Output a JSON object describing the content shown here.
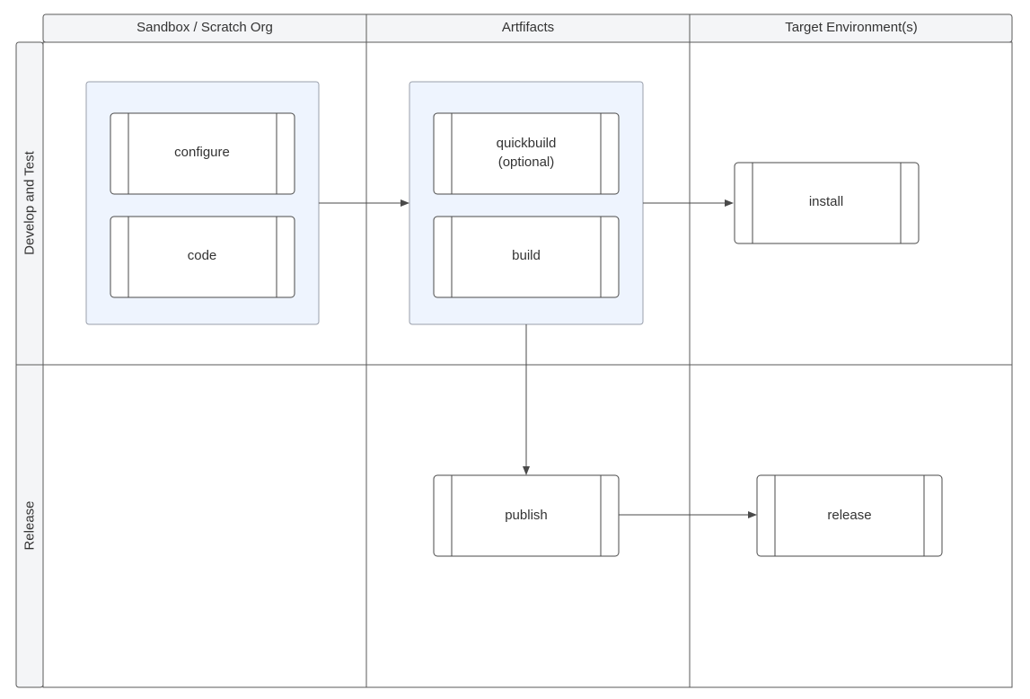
{
  "columns": [
    {
      "label": "Sandbox / Scratch Org"
    },
    {
      "label": "Artfifacts"
    },
    {
      "label": "Target Environment(s)"
    }
  ],
  "rows": [
    {
      "label": "Develop and Test"
    },
    {
      "label": "Release"
    }
  ],
  "nodes": {
    "configure": {
      "label": "configure"
    },
    "code": {
      "label": "code"
    },
    "quickbuild": {
      "line1": "quickbuild",
      "line2": "(optional)"
    },
    "build": {
      "label": "build"
    },
    "install": {
      "label": "install"
    },
    "publish": {
      "label": "publish"
    },
    "release": {
      "label": "release"
    }
  },
  "colors": {
    "line": "#4a4a4a",
    "header_fill": "#f4f5f7",
    "group_fill": "#eef4fe",
    "group_stroke": "#9a9fab",
    "text": "#333333"
  }
}
